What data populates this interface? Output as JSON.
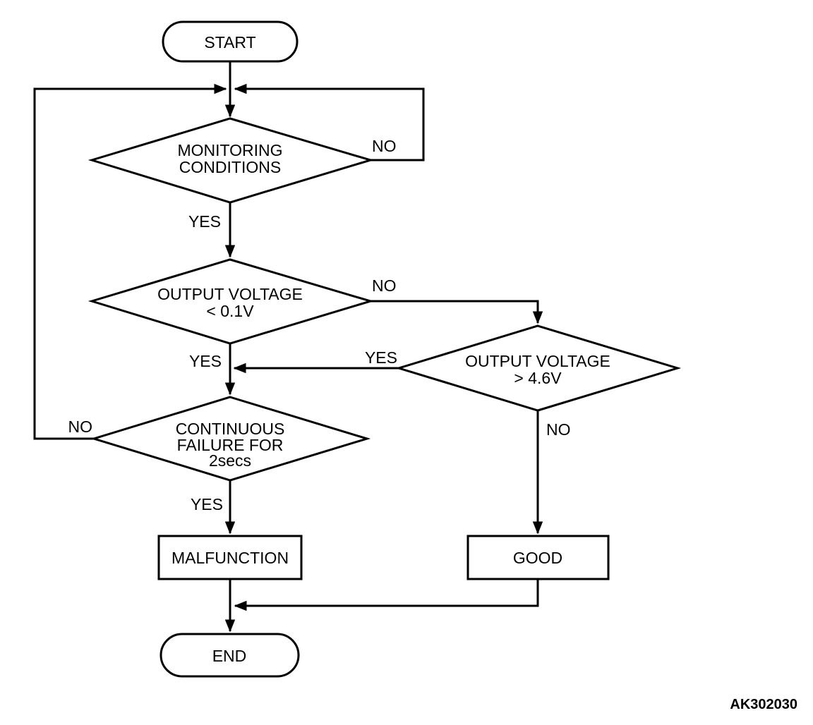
{
  "figure": {
    "code": "AK302030",
    "background_color": "#ffffff",
    "line_color": "#000000",
    "text_color": "#000000"
  },
  "nodes": {
    "start": {
      "type": "terminator",
      "label": "START"
    },
    "monitoring_conditions": {
      "type": "decision",
      "lines": [
        "MONITORING",
        "CONDITIONS"
      ]
    },
    "output_voltage_low": {
      "type": "decision",
      "lines": [
        "OUTPUT VOLTAGE",
        "< 0.1V"
      ]
    },
    "output_voltage_high": {
      "type": "decision",
      "lines": [
        "OUTPUT VOLTAGE",
        "> 4.6V"
      ]
    },
    "continuous_failure": {
      "type": "decision",
      "lines": [
        "CONTINUOUS",
        "FAILURE FOR",
        "2secs"
      ]
    },
    "malfunction": {
      "type": "process",
      "label": "MALFUNCTION"
    },
    "good": {
      "type": "process",
      "label": "GOOD"
    },
    "end": {
      "type": "terminator",
      "label": "END"
    }
  },
  "edge_labels": {
    "monitoring_no": "NO",
    "monitoring_yes": "YES",
    "output_low_no": "NO",
    "output_low_yes": "YES",
    "output_high_yes": "YES",
    "output_high_no": "NO",
    "continuous_no": "NO",
    "continuous_yes": "YES"
  }
}
